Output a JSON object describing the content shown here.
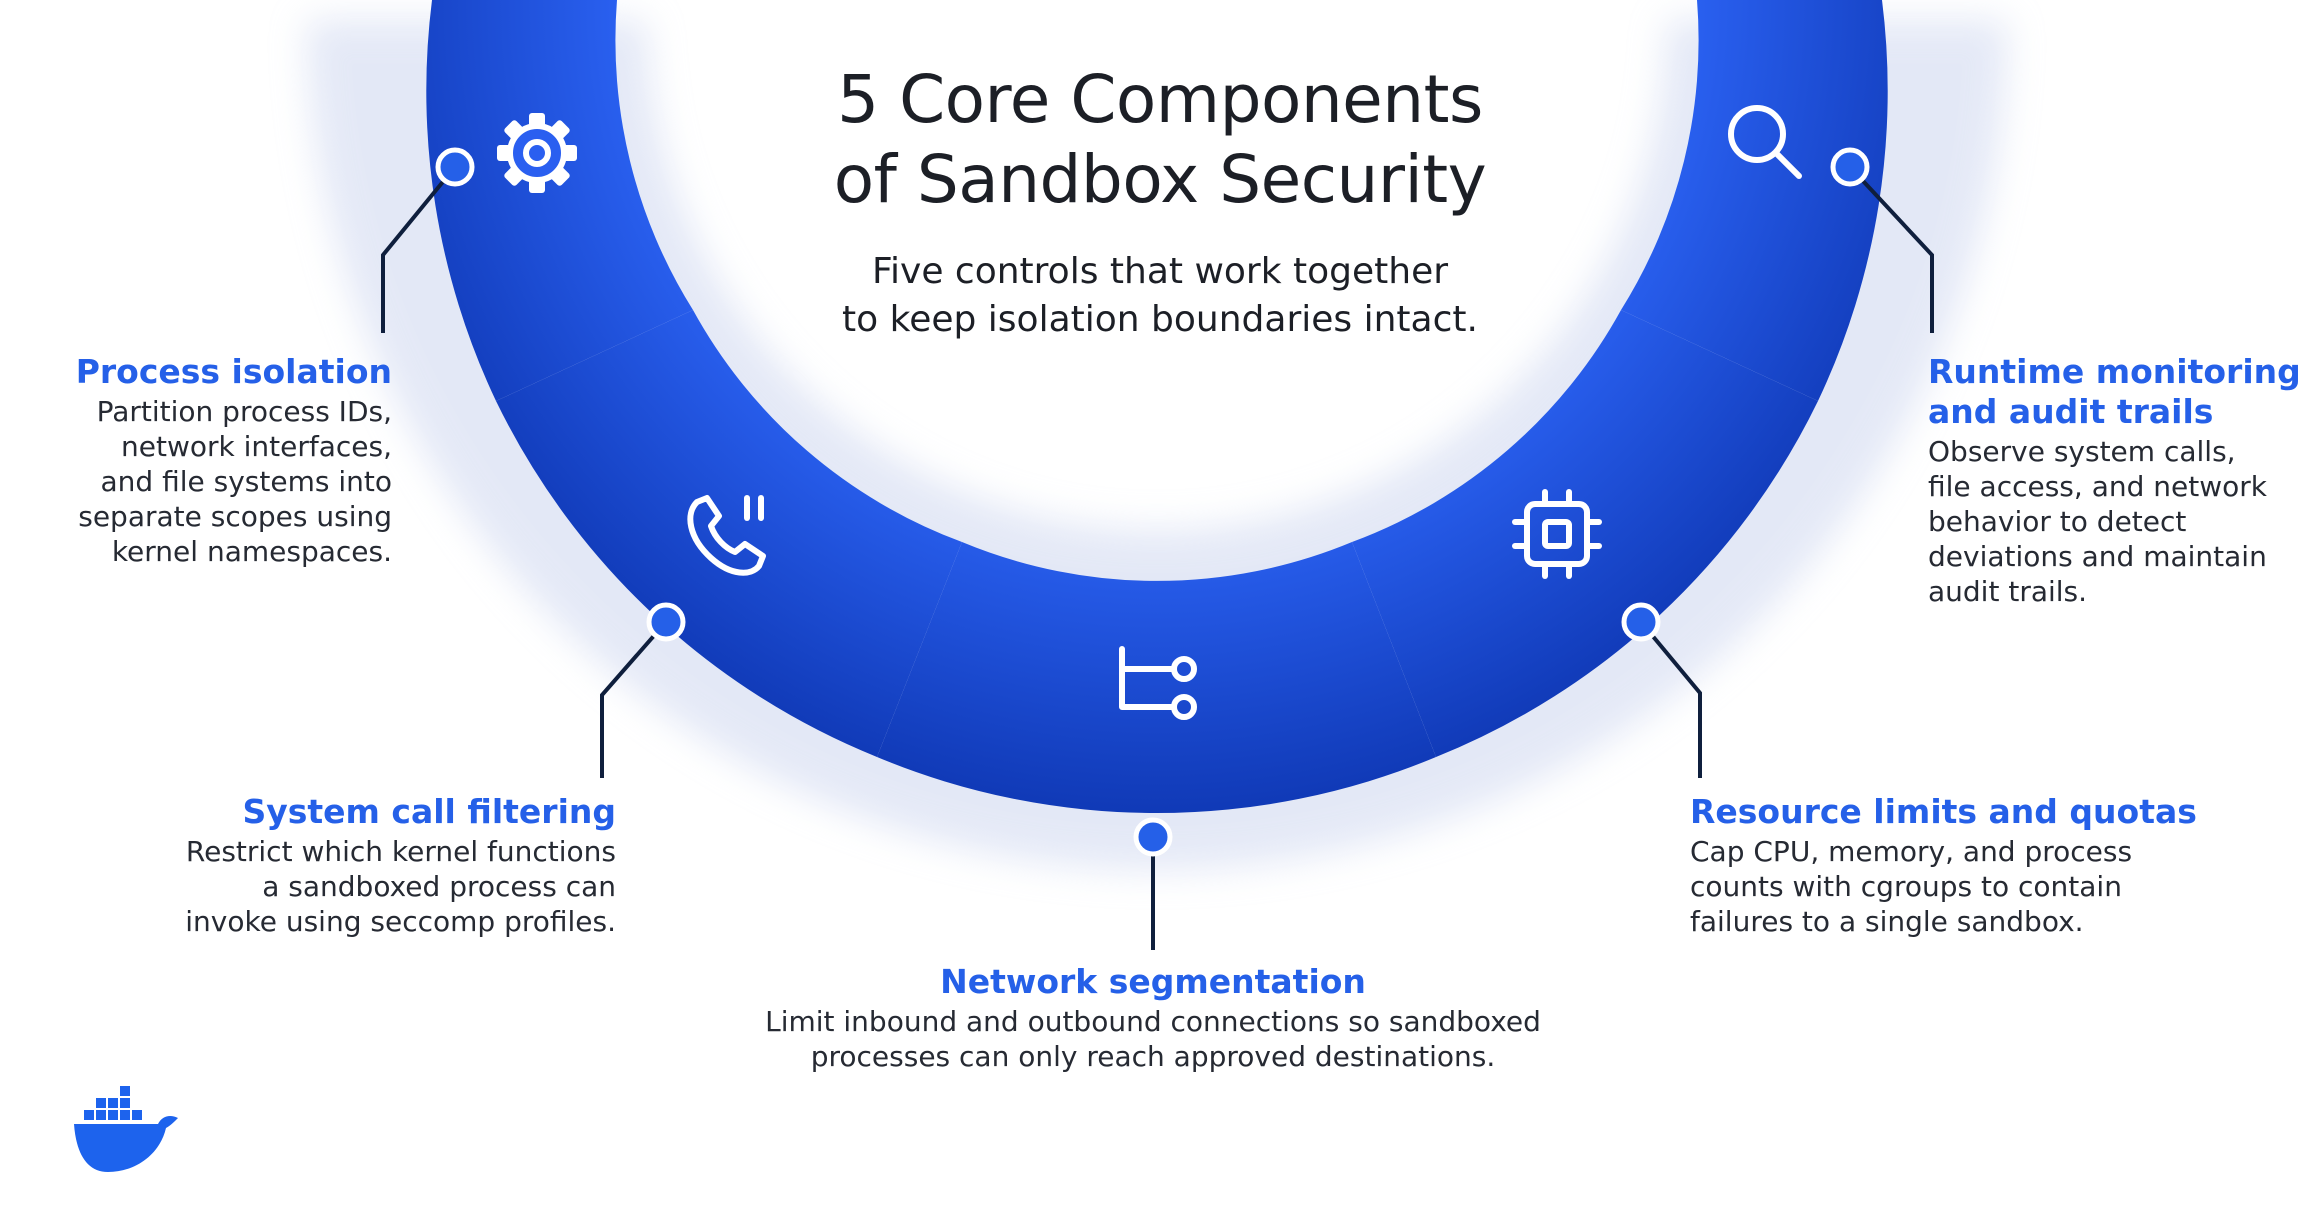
{
  "title_lines": [
    "5 Core Components",
    "of Sandbox Security"
  ],
  "subtitle_lines": [
    "Five controls that work together",
    "to keep isolation boundaries intact."
  ],
  "components": [
    {
      "head_lines": [
        "Process isolation"
      ],
      "desc_lines": [
        "Partition process IDs,",
        "network interfaces,",
        "and file systems into",
        "separate scopes using",
        "kernel namespaces."
      ],
      "icon": "gear-icon"
    },
    {
      "head_lines": [
        "System call filtering"
      ],
      "desc_lines": [
        "Restrict which kernel functions",
        "a sandboxed process can",
        "invoke using seccomp profiles."
      ],
      "icon": "phone-call-icon"
    },
    {
      "head_lines": [
        "Network segmentation"
      ],
      "desc_lines": [
        "Limit inbound and outbound connections so sandboxed",
        "processes can only reach approved destinations."
      ],
      "icon": "branch-network-icon"
    },
    {
      "head_lines": [
        "Resource limits and quotas"
      ],
      "desc_lines": [
        "Cap CPU, memory, and process",
        "counts with cgroups to contain",
        "failures to a single sandbox."
      ],
      "icon": "cpu-chip-icon"
    },
    {
      "head_lines": [
        "Runtime monitoring",
        "and audit trails"
      ],
      "desc_lines": [
        "Observe system calls,",
        "file access, and network",
        "behavior to detect",
        "deviations and maintain",
        "audit trails."
      ],
      "icon": "magnifier-icon"
    }
  ],
  "colors": {
    "accent": "#2560e8",
    "ring_light": "#2b62f3",
    "ring_dark": "#0d35b0",
    "connector": "#0f1f3d",
    "text": "#1c1f26"
  },
  "logo": "docker-whale-icon"
}
